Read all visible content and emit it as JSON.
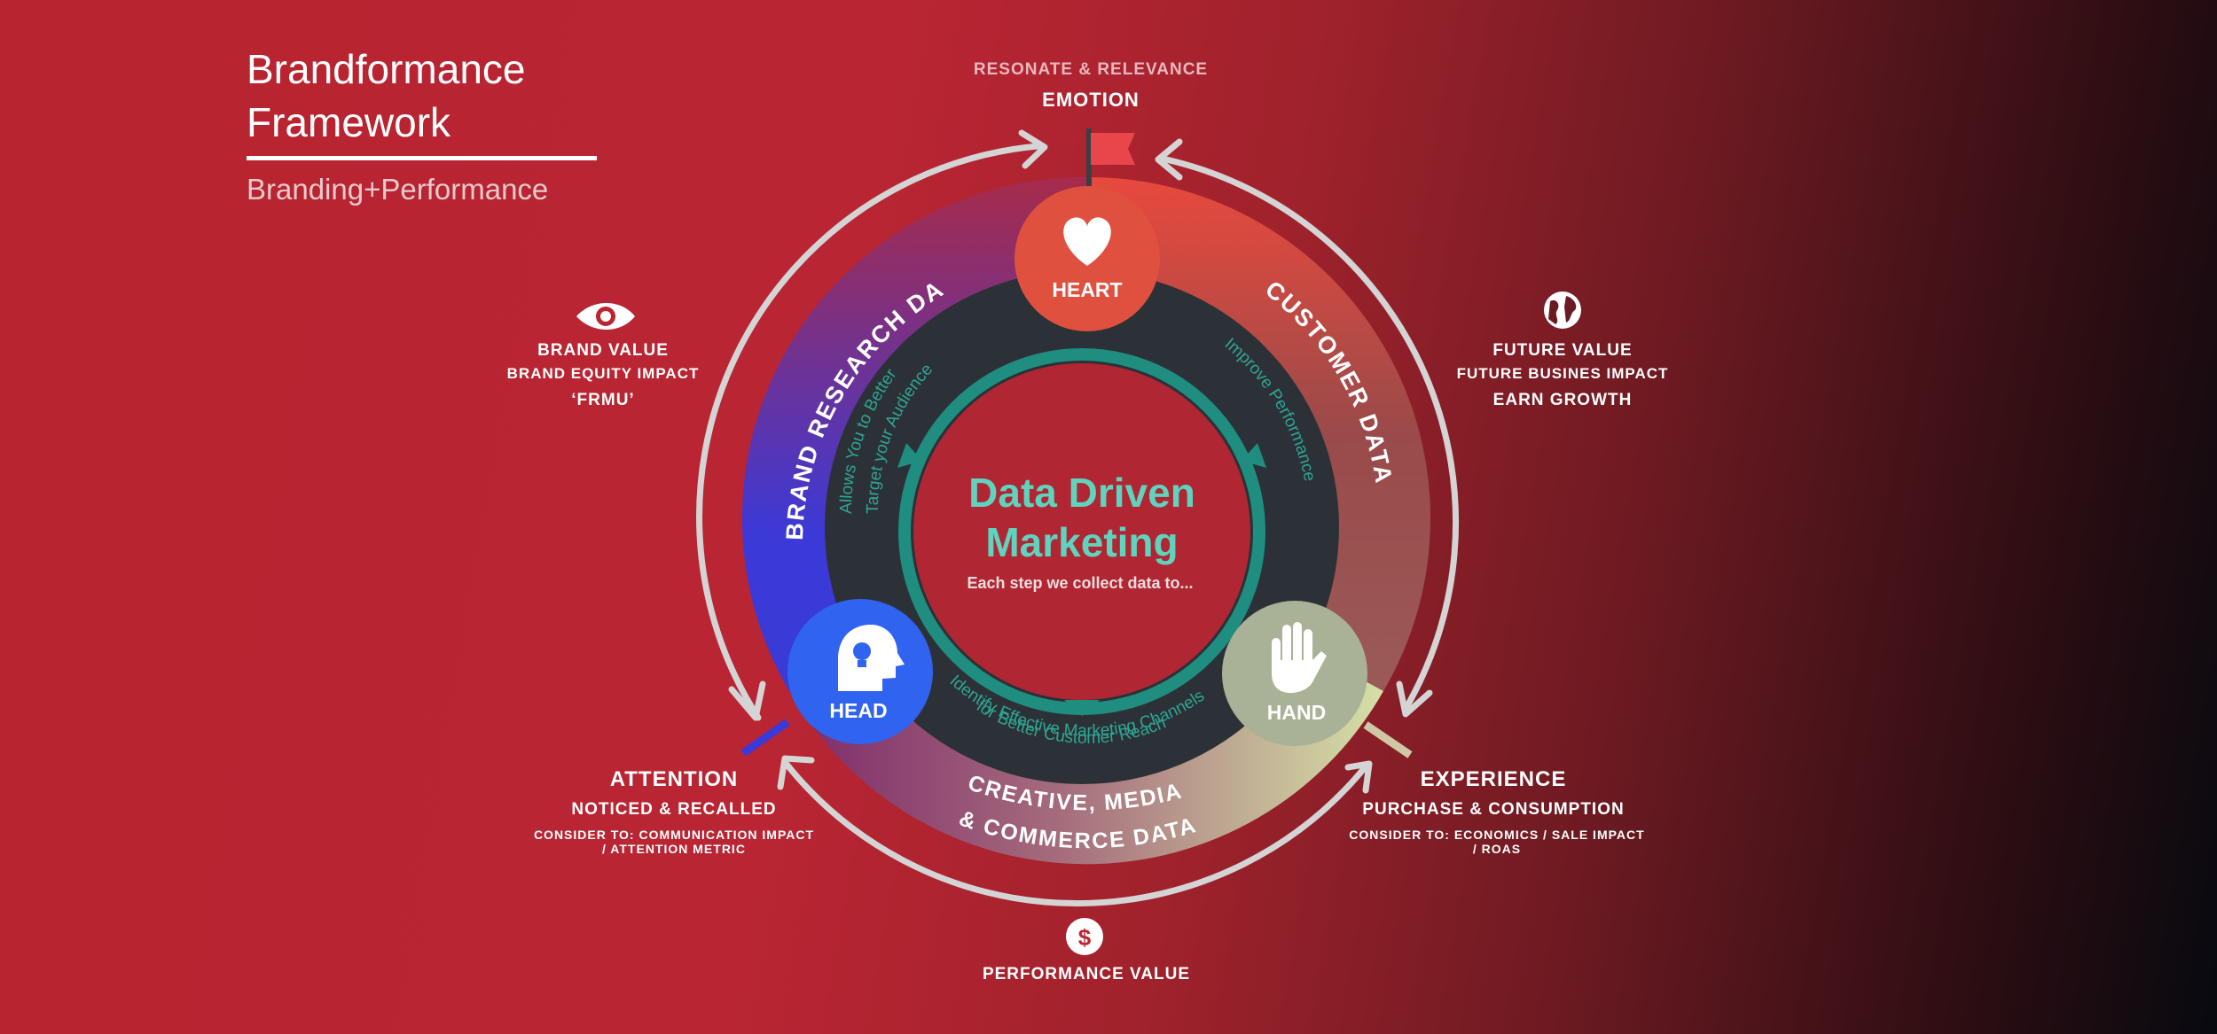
{
  "header": {
    "title_line1": "Brandformance",
    "title_line2": "Framework",
    "subtitle": "Branding+Performance"
  },
  "top": {
    "kicker": "RESONATE & RELEVANCE",
    "label": "EMOTION"
  },
  "brand_value": {
    "line1": "BRAND VALUE",
    "line2": "BRAND EQUITY IMPACT",
    "line3": "‘FRMU’",
    "icon": "eye-icon"
  },
  "future_value": {
    "line1": "FUTURE VALUE",
    "line2": "FUTURE BUSINES IMPACT",
    "line3": "EARN GROWTH",
    "icon": "globe-icon"
  },
  "attention": {
    "title": "ATTENTION",
    "sub": "NOTICED & RECALLED",
    "note1": "CONSIDER TO: COMMUNICATION IMPACT",
    "note2": "/ ATTENTION METRIC"
  },
  "experience": {
    "title": "EXPERIENCE",
    "sub": "PURCHASE & CONSUMPTION",
    "note1": "CONSIDER TO: ECONOMICS / SALE IMPACT",
    "note2": "/ ROAS"
  },
  "performance": {
    "label": "PERFORMANCE VALUE",
    "icon": "dollar-icon"
  },
  "center": {
    "title1": "Data Driven",
    "title2": "Marketing",
    "caption": "Each step we collect data to..."
  },
  "nodes": {
    "heart": "HEART",
    "head": "HEAD",
    "hand": "HAND"
  },
  "ring": {
    "brand_research": "BRAND RESEARCH DATA",
    "customer": "CUSTOMER DATA",
    "creative1": "CREATIVE, MEDIA",
    "creative2": "& COMMERCE DATA"
  },
  "inner": {
    "left1": "Allows You to Better",
    "left2": "Target your Audience",
    "right": "Improve Performance",
    "bottom1": "Identify Effective Marketing Channels",
    "bottom2": "for Better Customer Reach"
  },
  "colors": {
    "teal": "#5fd3bd",
    "dark_ring": "#2b3136",
    "heart": "#e0503f",
    "head": "#2f63f0",
    "hand": "#a9b196"
  }
}
